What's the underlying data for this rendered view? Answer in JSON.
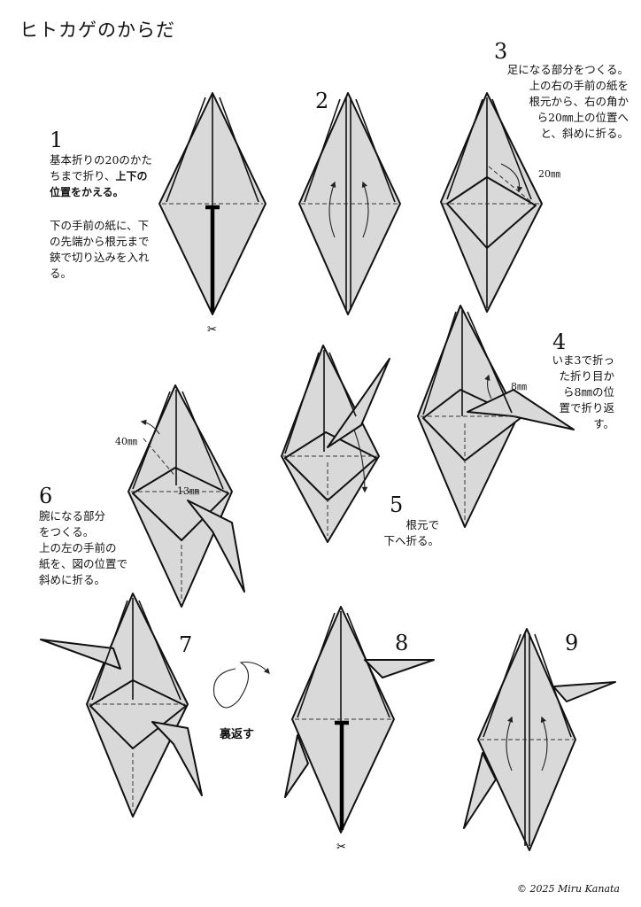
{
  "title": "ヒトカゲのからだ",
  "steps": {
    "s1": {
      "num": "1",
      "text_a": "基本折りの20のかた\nちまで折り、",
      "text_bold": "上下の\n位置をかえる。",
      "text_b": "下の手前の紙に、下\nの先端から根元まで\n鋏で切り込みを入れ\nる。"
    },
    "s2": {
      "num": "2"
    },
    "s3": {
      "num": "3",
      "text": "足になる部分をつくる。\n上の右の手前の紙を\n根元から、右の角か\nら20㎜上の位置へ\nと、斜めに折る。",
      "label": "20㎜"
    },
    "s4": {
      "num": "4",
      "text": "いま3で折っ\nた折り目か\nら8㎜の位\n置で折り返\nす。",
      "label": "8㎜"
    },
    "s5": {
      "num": "5",
      "text": "根元で\n下へ折る。"
    },
    "s6": {
      "num": "6",
      "text": "腕になる部分\nをつくる。\n上の左の手前の\n紙を、図の位置で\n斜めに折る。",
      "label_a": "40㎜",
      "label_b": "13㎜"
    },
    "s7": {
      "num": "7"
    },
    "s8": {
      "num": "8"
    },
    "s9": {
      "num": "9"
    }
  },
  "flip_label": "裏返す",
  "copyright": "© 2025 Miru Kanata",
  "icons": [
    "scissors-icon",
    "flip-over-arrow-icon",
    "fold-arrow-icon"
  ]
}
